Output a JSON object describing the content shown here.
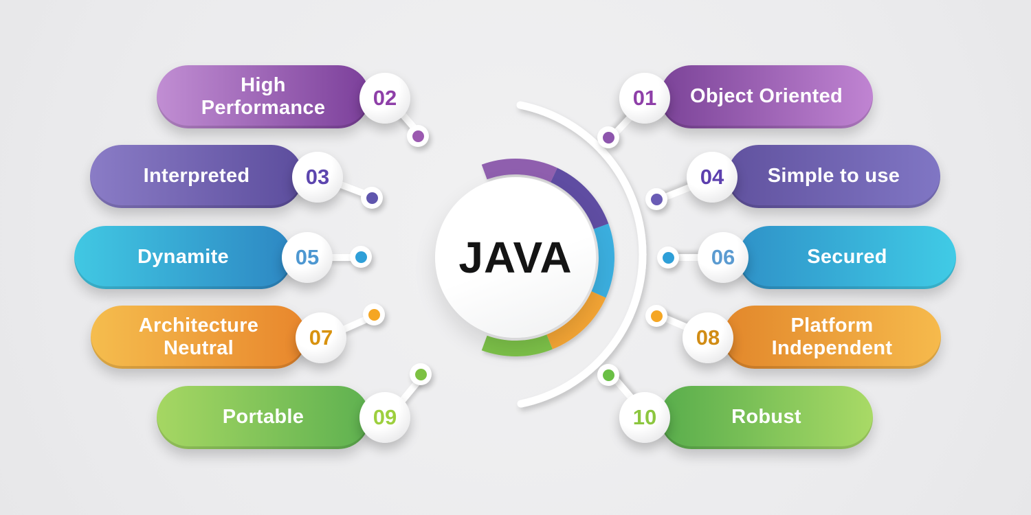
{
  "background": "#ebebed",
  "center": {
    "title": "JAVA",
    "arc_color": "#ffffff",
    "ring_segments": [
      {
        "name": "purple",
        "color": "#8f5fae"
      },
      {
        "name": "violet",
        "color": "#5f4da2"
      },
      {
        "name": "blue",
        "color": "#3aaede"
      },
      {
        "name": "orange",
        "color": "#f2a434"
      },
      {
        "name": "green",
        "color": "#7dc24a"
      }
    ]
  },
  "items": [
    {
      "num": "01",
      "label": "Object Oriented",
      "side": "right",
      "color_from": "#7b4398",
      "color_to": "#c084d2",
      "num_color": "#8e3fa8",
      "dot_color": "#8d55ad"
    },
    {
      "num": "02",
      "label": "High\nPerformance",
      "side": "left",
      "color_from": "#c18ed3",
      "color_to": "#7b3f9a",
      "num_color": "#8e3fa8",
      "dot_color": "#9b59b0"
    },
    {
      "num": "03",
      "label": "Interpreted",
      "side": "left",
      "color_from": "#8a7cc6",
      "color_to": "#5c4d9d",
      "num_color": "#5c45ae",
      "dot_color": "#5f55ad"
    },
    {
      "num": "04",
      "label": "Simple to use",
      "side": "right",
      "color_from": "#61529f",
      "color_to": "#8076c4",
      "num_color": "#5c3fae",
      "dot_color": "#6a5cb5"
    },
    {
      "num": "05",
      "label": "Dynamite",
      "side": "left",
      "color_from": "#41c8e3",
      "color_to": "#2d87c3",
      "num_color": "#4d97d1",
      "dot_color": "#2e9fd8"
    },
    {
      "num": "06",
      "label": "Secured",
      "side": "right",
      "color_from": "#2f92c8",
      "color_to": "#40cbe6",
      "num_color": "#5b9bd1",
      "dot_color": "#2e9fd8"
    },
    {
      "num": "07",
      "label": "Architecture\nNeutral",
      "side": "left",
      "color_from": "#f5bd4e",
      "color_to": "#e8862c",
      "num_color": "#d8920f",
      "dot_color": "#f5a623"
    },
    {
      "num": "08",
      "label": "Platform\nIndependent",
      "side": "right",
      "color_from": "#e2872b",
      "color_to": "#f6ba4c",
      "num_color": "#d18c15",
      "dot_color": "#f5a623"
    },
    {
      "num": "09",
      "label": "Portable",
      "side": "left",
      "color_from": "#a6d763",
      "color_to": "#5eb150",
      "num_color": "#9dcf3e",
      "dot_color": "#7dc142"
    },
    {
      "num": "10",
      "label": "Robust",
      "side": "right",
      "color_from": "#58ad4c",
      "color_to": "#a9da66",
      "num_color": "#8cc63f",
      "dot_color": "#6abf45"
    }
  ]
}
